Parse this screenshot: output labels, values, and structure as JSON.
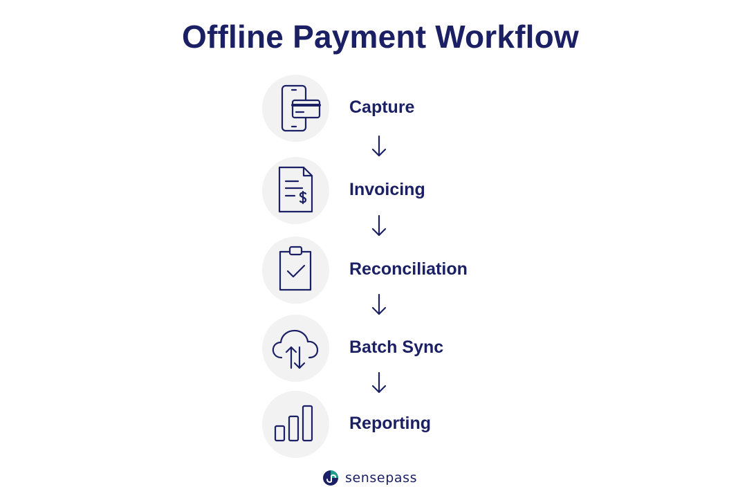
{
  "title": "Offline Payment Workflow",
  "steps": [
    {
      "label": "Capture",
      "icon": "mobile-card-payment-icon"
    },
    {
      "label": "Invoicing",
      "icon": "invoice-document-icon"
    },
    {
      "label": "Reconciliation",
      "icon": "clipboard-check-icon"
    },
    {
      "label": "Batch Sync",
      "icon": "cloud-sync-icon"
    },
    {
      "label": "Reporting",
      "icon": "bar-chart-icon"
    }
  ],
  "flow_direction": "top-to-bottom",
  "brand": {
    "name": "sensepass",
    "logo_icon": "sensepass-logo-icon"
  },
  "colors": {
    "text": "#1b2064",
    "circle": "#f2f2f3",
    "logo_green": "#1f9e8c",
    "background": "#ffffff"
  }
}
